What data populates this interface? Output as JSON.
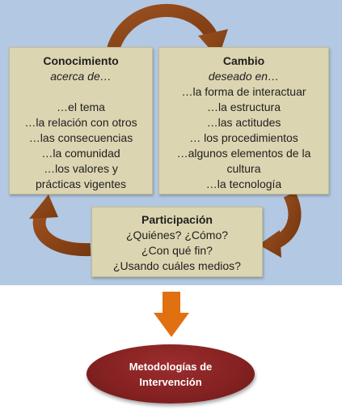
{
  "colors": {
    "panel": "#b3c8e2",
    "box": "#dcd5b1",
    "cycle_arrow": "#8b4513",
    "down_arrow": "#e07010",
    "oval": "#862222"
  },
  "knowledge": {
    "title": "Conocimiento",
    "subtitle": "acerca de…",
    "items": [
      "…el tema",
      "…la relación con otros",
      "…las consecuencias",
      "…la comunidad",
      "…los valores y",
      "prácticas vigentes"
    ]
  },
  "change": {
    "title": "Cambio",
    "subtitle": "deseado en…",
    "items": [
      "…la forma de interactuar",
      "…la estructura",
      "…las actitudes",
      "… los procedimientos",
      "…algunos elementos de la",
      "cultura",
      "…la tecnología"
    ]
  },
  "participation": {
    "title": "Participación",
    "items": [
      "¿Quiénes? ¿Cómo?",
      "¿Con qué fin?",
      "¿Usando cuáles medios?"
    ]
  },
  "outcome": {
    "line1": "Metodologías de",
    "line2": "Intervención"
  }
}
